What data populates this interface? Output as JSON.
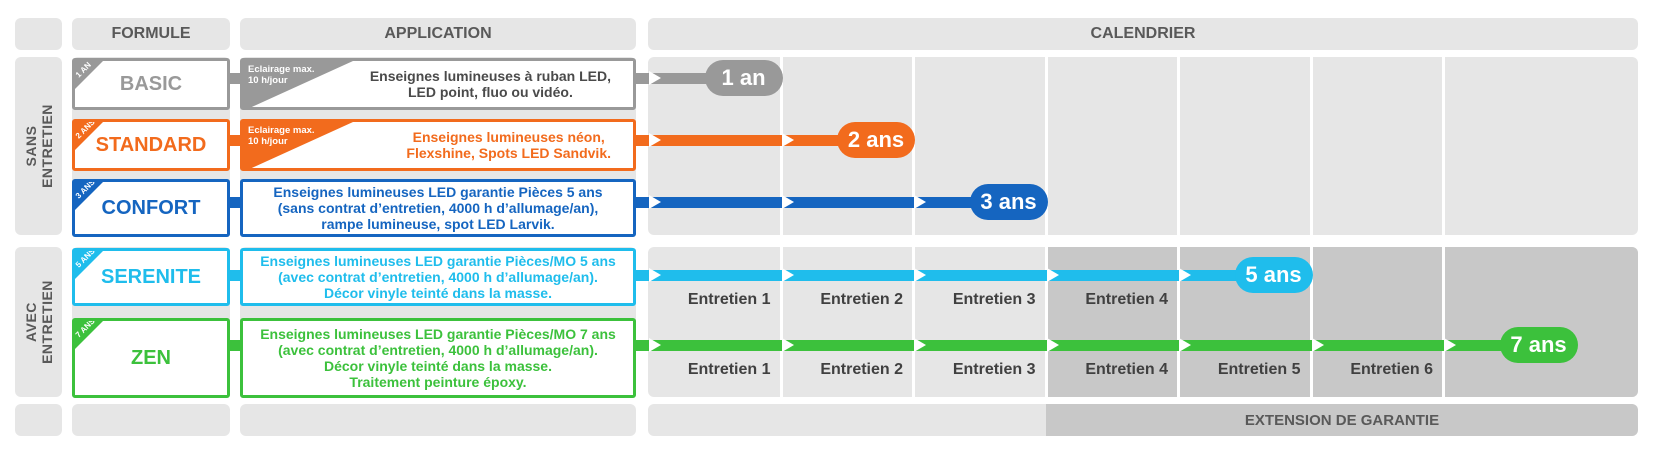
{
  "headers": {
    "formule": "FORMULE",
    "application": "APPLICATION",
    "calendrier": "CALENDRIER",
    "extension": "EXTENSION DE GARANTIE"
  },
  "groups": {
    "sans": "SANS\nENTRETIEN",
    "avec": "AVEC\nENTRETIEN"
  },
  "rows": [
    {
      "formule": "BASIC",
      "corner": "1 AN",
      "color": "#999999",
      "usage_note": "Eclairage max.\n10 h/jour",
      "application": "Enseignes lumineuses à ruban LED,\nLED point, fluo ou vidéo.",
      "duration_label": "1 an",
      "duration_years": 1,
      "entretiens": []
    },
    {
      "formule": "STANDARD",
      "corner": "2 ANS",
      "color": "#f26b1d",
      "usage_note": "Eclairage max.\n10 h/jour",
      "application": "Enseignes lumineuses néon,\nFlexshine, Spots LED Sandvik.",
      "duration_label": "2 ans",
      "duration_years": 2,
      "entretiens": []
    },
    {
      "formule": "CONFORT",
      "corner": "3 ANS",
      "color": "#1565c0",
      "usage_note": "",
      "application": "Enseignes lumineuses LED garantie Pièces 5 ans\n(sans contrat d’entretien, 4000 h d’allumage/an),\nrampe lumineuse, spot LED Larvik.",
      "duration_label": "3 ans",
      "duration_years": 3,
      "entretiens": []
    },
    {
      "formule": "SERENITE",
      "corner": "5 ANS",
      "color": "#1fbdec",
      "usage_note": "",
      "application": "Enseignes lumineuses LED garantie Pièces/MO 5 ans\n(avec contrat d’entretien, 4000 h d’allumage/an).\nDécor vinyle teinté dans la masse.",
      "duration_label": "5 ans",
      "duration_years": 5,
      "entretiens": [
        "Entretien 1",
        "Entretien 2",
        "Entretien 3",
        "Entretien 4"
      ]
    },
    {
      "formule": "ZEN",
      "corner": "7 ANS",
      "color": "#3cc13c",
      "usage_note": "",
      "application": "Enseignes lumineuses LED garantie Pièces/MO 7 ans\n(avec contrat d’entretien, 4000 h d’allumage/an).\nDécor vinyle teinté dans la masse.\nTraitement peinture époxy.",
      "duration_label": "7 ans",
      "duration_years": 7,
      "entretiens": [
        "Entretien 1",
        "Entretien 2",
        "Entretien 3",
        "Entretien 4",
        "Entretien 5",
        "Entretien 6"
      ]
    }
  ]
}
